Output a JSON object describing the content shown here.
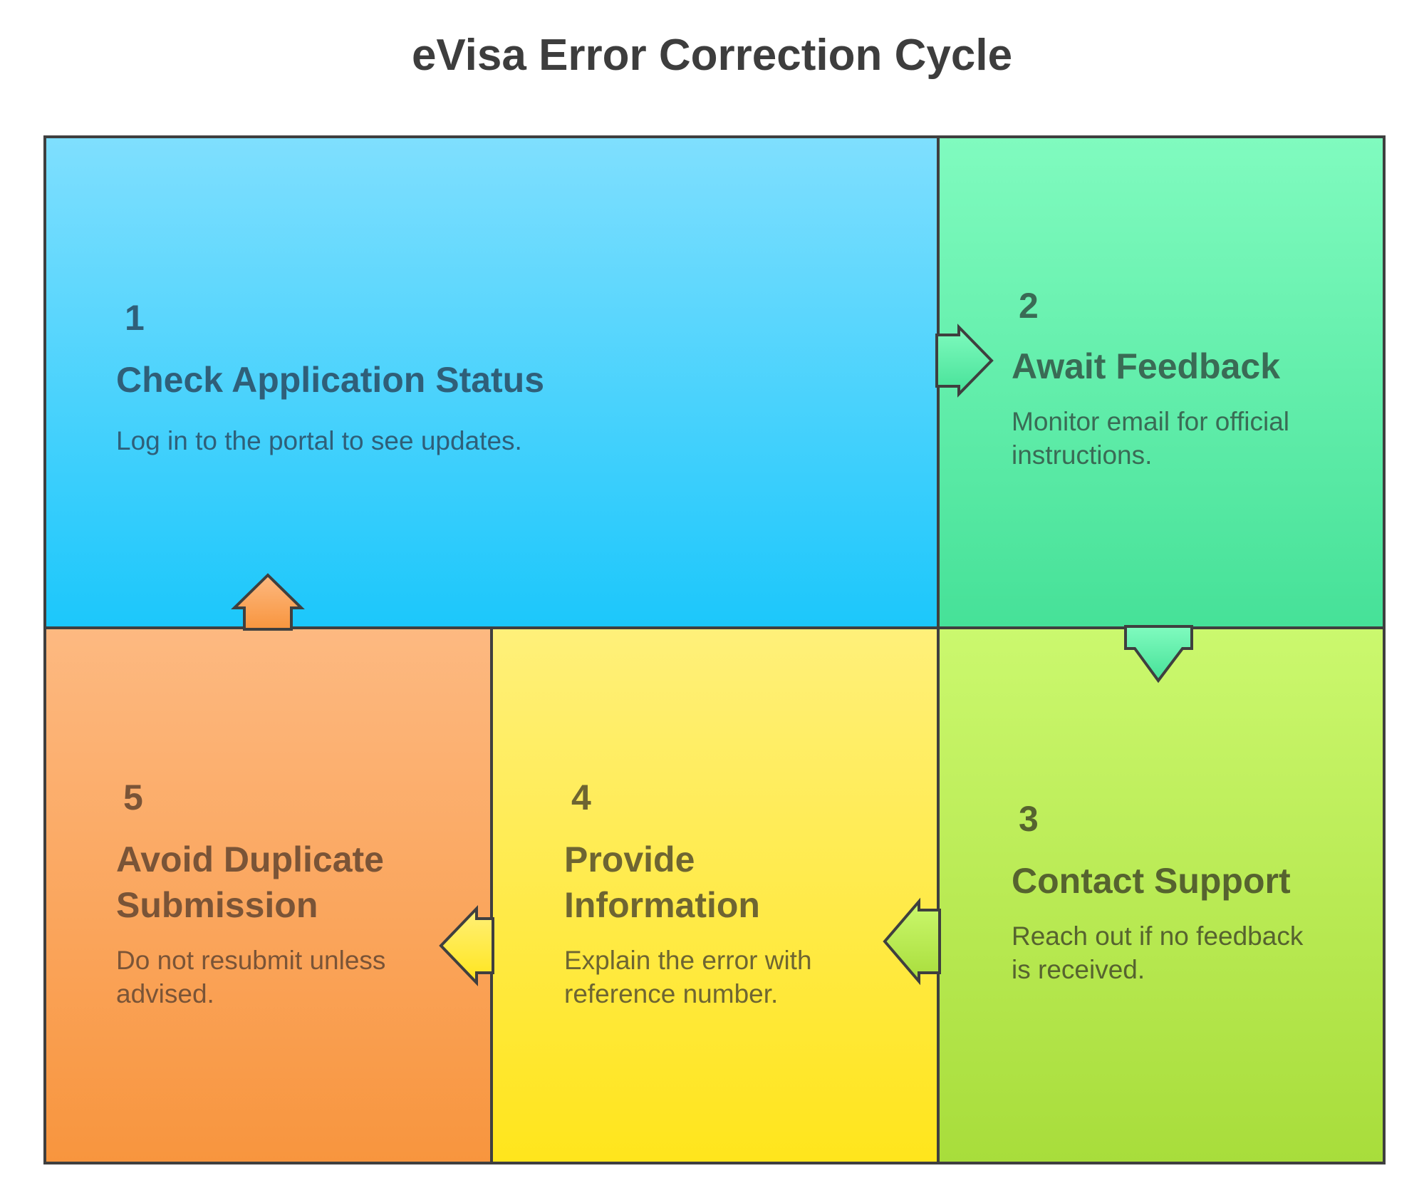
{
  "title": "eVisa Error Correction Cycle",
  "steps": [
    {
      "number": "1",
      "heading": "Check Application Status",
      "description": "Log in to the portal to see updates.",
      "color_top": "#7fdffe",
      "color_bottom": "#1cc7fb",
      "text_color": "#2f5f79"
    },
    {
      "number": "2",
      "heading": "Await Feedback",
      "description": "Monitor email for official instructions.",
      "color_top": "#80fbbf",
      "color_bottom": "#46e198",
      "text_color": "#3a6b55"
    },
    {
      "number": "3",
      "heading": "Contact Support",
      "description": "Reach out if no feedback is received.",
      "color_top": "#cbf86e",
      "color_bottom": "#a8dd3b",
      "text_color": "#56632f"
    },
    {
      "number": "4",
      "heading": "Provide Information",
      "description": "Explain the error with reference number.",
      "color_top": "#fff07a",
      "color_bottom": "#ffe51c",
      "text_color": "#6e6532"
    },
    {
      "number": "5",
      "heading": "Avoid Duplicate Submission",
      "description": "Do not resubmit unless advised.",
      "color_top": "#fdb981",
      "color_bottom": "#f8953e",
      "text_color": "#7a5437"
    }
  ],
  "connections": [
    {
      "from": "1",
      "to": "2",
      "icon": "arrow-right-icon"
    },
    {
      "from": "2",
      "to": "3",
      "icon": "arrow-down-icon"
    },
    {
      "from": "3",
      "to": "4",
      "icon": "arrow-left-icon"
    },
    {
      "from": "4",
      "to": "5",
      "icon": "arrow-left-icon"
    },
    {
      "from": "5",
      "to": "1",
      "icon": "arrow-up-icon"
    }
  ],
  "outline_color": "#3f3f3f"
}
